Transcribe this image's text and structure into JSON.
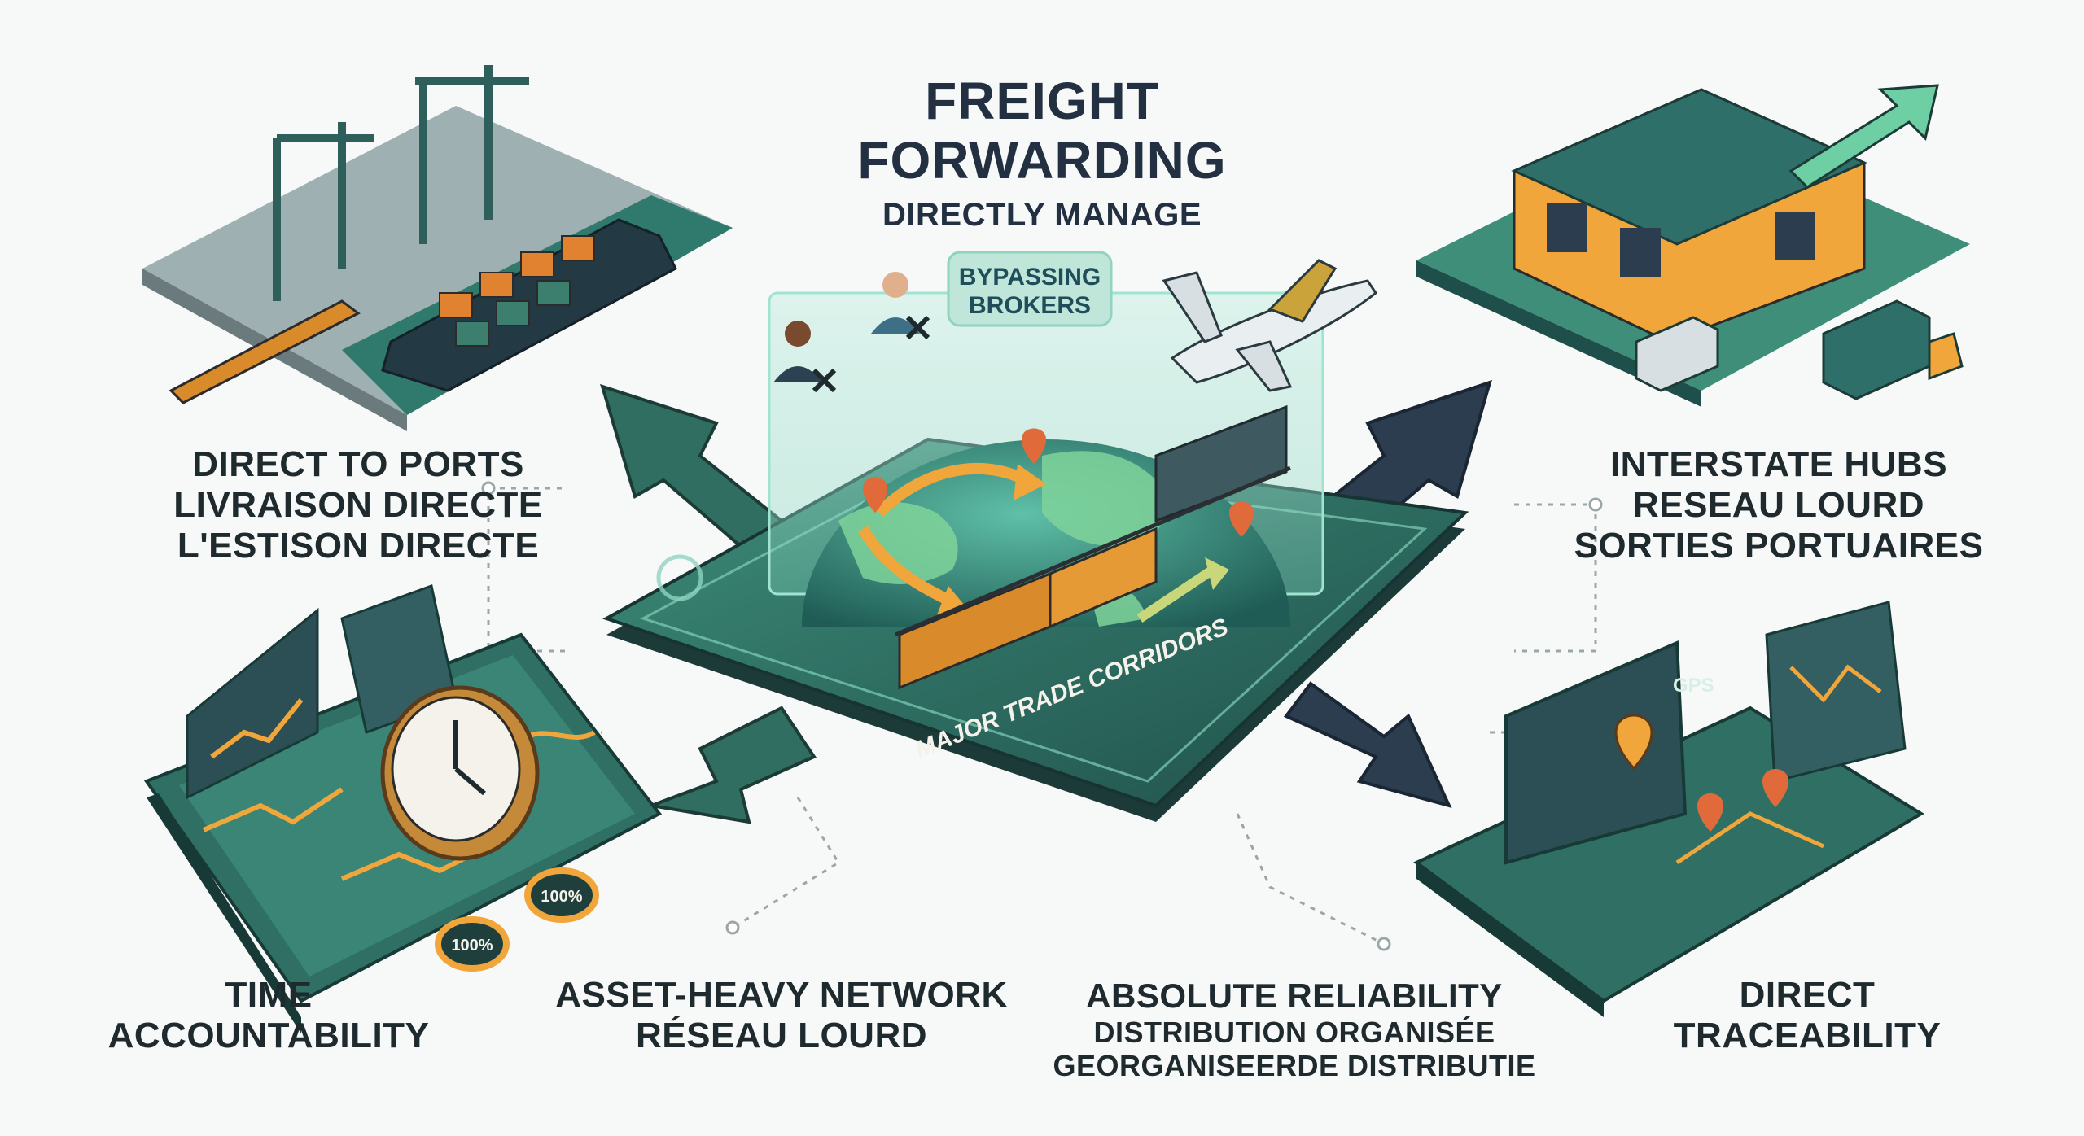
{
  "title": {
    "line1": "FREIGHT",
    "line2": "FORWARDING",
    "subtitle": "DIRECTLY MANAGE"
  },
  "center_badge": {
    "line1": "BYPASSING",
    "line2": "BROKERS"
  },
  "center_platform": {
    "corridor_label": "MAJOR TRADE CORRIDORS"
  },
  "panels": {
    "ports": {
      "line1": "DIRECT TO PORTS",
      "line2": "LIVRAISON DIRECTE",
      "line3": "L'ESTISON DIRECTE"
    },
    "hubs": {
      "line1": "INTERSTATE HUBS",
      "line2": "RESEAU LOURD",
      "line3": "SORTIES PORTUAIRES"
    },
    "time": {
      "line1": "TIME",
      "line2": "ACCOUNTABILITY",
      "gauge1": "100%",
      "gauge2": "100%"
    },
    "network": {
      "line1": "ASSET-HEAVY NETWORK",
      "line2": "RÉSEAU LOURD"
    },
    "reliability": {
      "line1": "ABSOLUTE RELIABILITY",
      "line2": "DISTRIBUTION ORGANISÉE",
      "line3": "GEORGANISEERDE DISTRIBUTIE"
    },
    "trace": {
      "line1": "DIRECT",
      "line2": "TRACEABILITY",
      "gps": "GPS"
    }
  },
  "colors": {
    "teal_dark": "#1f4d4a",
    "teal": "#2f7a6c",
    "teal_light": "#8fd3c0",
    "mint": "#6fcfa4",
    "orange": "#f0a63a",
    "navy": "#233042",
    "text": "#1f2a2e"
  },
  "icons": [
    "clock-icon",
    "airplane-icon",
    "cargo-ship-icon",
    "warehouse-icon",
    "truck-icon",
    "train-icon",
    "map-pin-icon",
    "person-icon",
    "x-mark-icon"
  ]
}
